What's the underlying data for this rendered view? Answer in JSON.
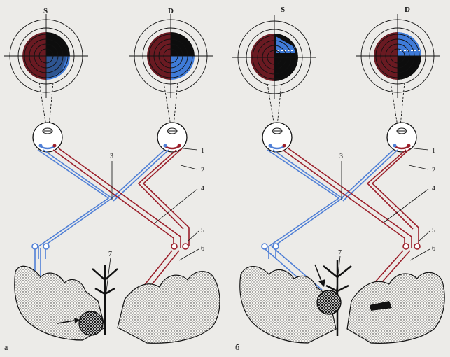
{
  "colors": {
    "background": "#ecebe8",
    "red_pathway": "#9b1f2a",
    "blue_pathway": "#4f7fd6",
    "field_dark_red": "#6a1a22",
    "field_blue": "#3f7bd8",
    "field_black": "#0d0d0d",
    "outline": "#111111"
  },
  "icons": [
    "eye-icon",
    "visual-field-chart",
    "lesion-hatched-circle",
    "arrow-icon"
  ],
  "panels": [
    {
      "id": "a",
      "label": "a",
      "eye_left_label": "S",
      "eye_right_label": "D",
      "numbers": {
        "n1": "1",
        "n2": "2",
        "n3": "3",
        "n4": "4",
        "n5": "5",
        "n6": "6",
        "n7": "7"
      },
      "lesion_side": "left"
    },
    {
      "id": "b",
      "label": "б",
      "eye_left_label": "S",
      "eye_right_label": "D",
      "numbers": {
        "n1": "1",
        "n2": "2",
        "n3": "3",
        "n4": "4",
        "n5": "5",
        "n6": "6",
        "n7": "7"
      },
      "lesion_side": "left"
    }
  ]
}
